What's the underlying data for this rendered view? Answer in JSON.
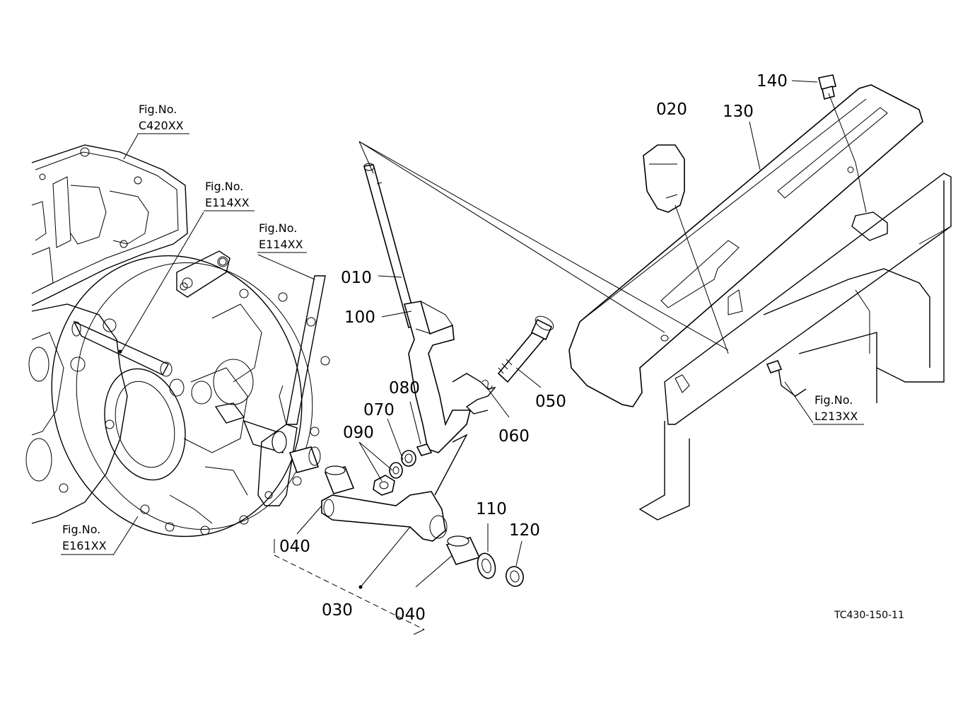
{
  "parts": {
    "p010": "010",
    "p020": "020",
    "p030": "030",
    "p040a": "040",
    "p040b": "040",
    "p050": "050",
    "p060": "060",
    "p070": "070",
    "p080": "080",
    "p090": "090",
    "p100": "100",
    "p110": "110",
    "p120": "120",
    "p130": "130",
    "p140": "140"
  },
  "figure_refs": {
    "c420": {
      "line1": "Fig.No.",
      "line2": "C420XX"
    },
    "e114a": {
      "line1": "Fig.No.",
      "line2": "E114XX"
    },
    "e114b": {
      "line1": "Fig.No.",
      "line2": "E114XX"
    },
    "e161": {
      "line1": "Fig.No.",
      "line2": "E161XX"
    },
    "l213": {
      "line1": "Fig.No.",
      "line2": "L213XX"
    }
  },
  "drawing_code": "TC430-150-11"
}
